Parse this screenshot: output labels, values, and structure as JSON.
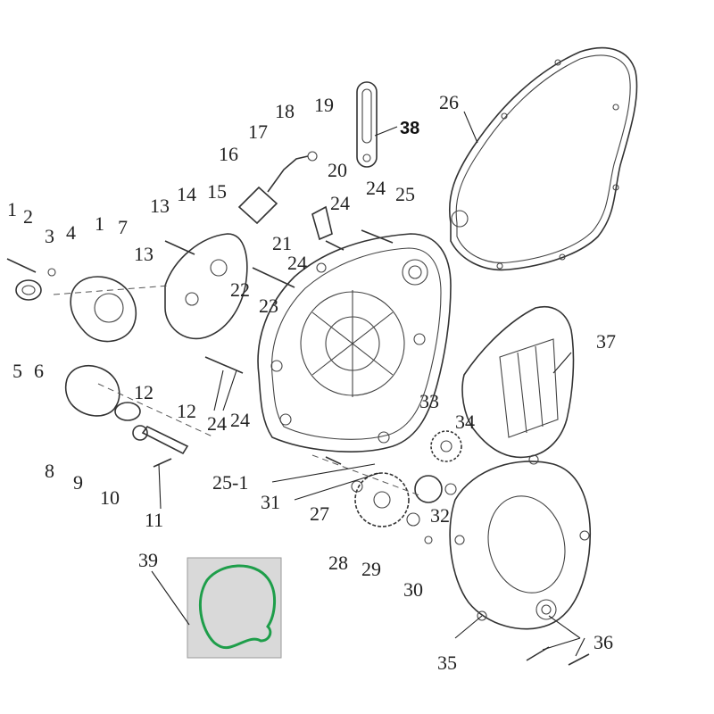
{
  "labels": {
    "l1a": "1",
    "l2": "2",
    "l3": "3",
    "l4": "4",
    "l1b": "1",
    "l7": "7",
    "l5": "5",
    "l6": "6",
    "l13a": "13",
    "l14": "14",
    "l15": "15",
    "l13b": "13",
    "l16": "16",
    "l17": "17",
    "l18": "18",
    "l19": "19",
    "l38": "38",
    "l26": "26",
    "l20": "20",
    "l24a": "24",
    "l24b": "24",
    "l25": "25",
    "l21": "21",
    "l24c": "24",
    "l22": "22",
    "l23": "23",
    "l12a": "12",
    "l12b": "12",
    "l24d": "24",
    "l24e": "24",
    "l8": "8",
    "l9": "9",
    "l10": "10",
    "l11": "11",
    "l251": "25-1",
    "l31": "31",
    "l27": "27",
    "l28": "28",
    "l29": "29",
    "l30": "30",
    "l32": "32",
    "l33": "33",
    "l34": "34",
    "l37": "37",
    "l35": "35",
    "l36": "36",
    "l39": "39"
  },
  "colors": {
    "gasket_highlight": "#1e9e4a",
    "photo_bg": "#d9d9d9"
  }
}
